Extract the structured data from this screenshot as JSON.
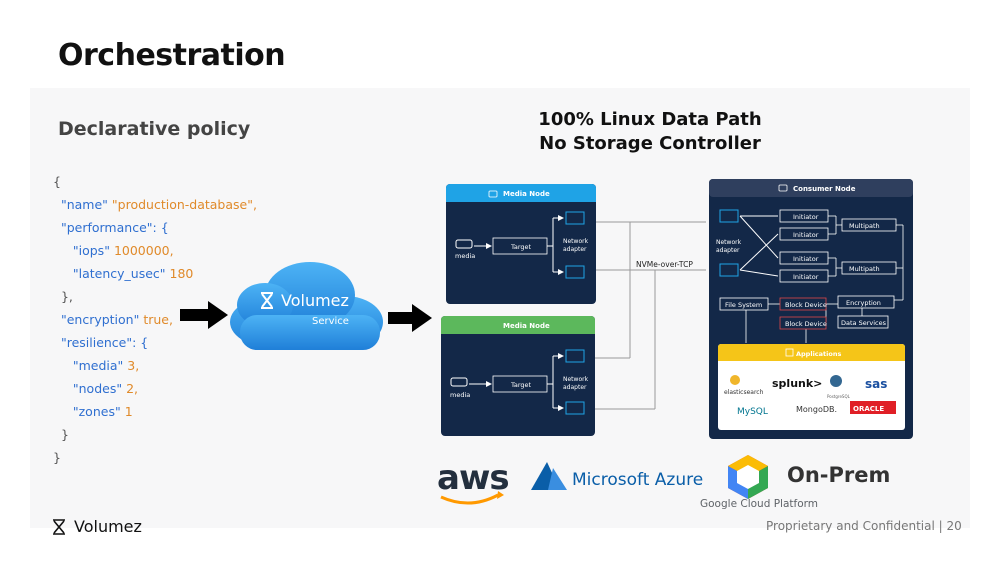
{
  "slide": {
    "title": "Orchestration",
    "policy_heading": "Declarative policy",
    "linux_title_line1": "100% Linux Data Path",
    "linux_title_line2": "No Storage Controller"
  },
  "code": {
    "open_brace": "{",
    "name_key": "\"name\"",
    "name_value": "\"production-database\",",
    "performance_key": "\"performance\": {",
    "iops_key": "\"iops\"",
    "iops_value": "1000000,",
    "latency_key": "\"latency_usec\"",
    "latency_value": "180",
    "close_perf": "},",
    "encryption_key": "\"encryption\"",
    "encryption_value": "true,",
    "resilience_key": "\"resilience\": {",
    "media_key": "\"media\"",
    "media_value": "3,",
    "nodes_key": "\"nodes\"",
    "nodes_value": "2,",
    "zones_key": "\"zones\"",
    "zones_value": "1",
    "close_res": "}",
    "close_brace": "}"
  },
  "service": {
    "name": "Volumez",
    "sub": "Service"
  },
  "media_node_top": {
    "title": "Media Node",
    "media_label": "media",
    "target_label": "Target",
    "adapter_line1": "Network",
    "adapter_line2": "adapter"
  },
  "media_node_bottom": {
    "title": "Media Node",
    "media_label": "media",
    "target_label": "Target",
    "adapter_line1": "Network",
    "adapter_line2": "adapter"
  },
  "transport": {
    "label": "NVMe-over-TCP"
  },
  "consumer_node": {
    "title": "Consumer Node",
    "adapter_line1": "Network",
    "adapter_line2": "adapter",
    "initiator": "Initiator",
    "multipath": "Multipath",
    "encryption": "Encryption",
    "file_system": "File System",
    "block_device": "Block Device",
    "data_services": "Data Services",
    "applications": "Applications",
    "apps": {
      "elasticsearch": "elasticsearch",
      "splunk": "splunk>",
      "postgresql": "PostgreSQL",
      "sas": "sas",
      "mysql": "MySQL",
      "mongodb": "MongoDB.",
      "oracle": "ORACLE"
    }
  },
  "clouds": {
    "aws": "aws",
    "azure": "Microsoft Azure",
    "gcp": "Google Cloud Platform",
    "onprem": "On-Prem"
  },
  "footer": {
    "brand": "Volumez",
    "right": "Proprietary and Confidential | 20"
  },
  "colors": {
    "blue_header": "#1fa3e6",
    "green_header": "#5cb85c",
    "navy": "#132848",
    "consumer_header": "#2f3f5e",
    "apps_yellow": "#f5c518",
    "cloud_blue": "#2b8fe0"
  }
}
